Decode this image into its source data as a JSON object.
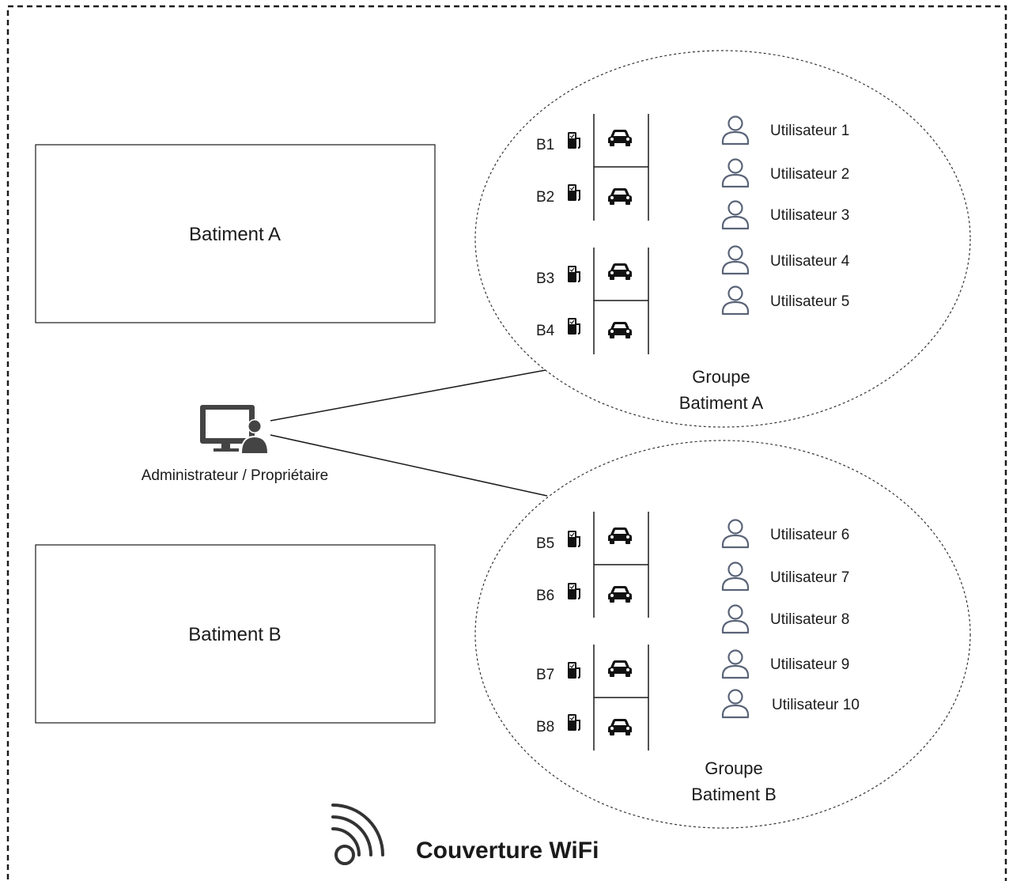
{
  "title": "Couverture WiFi",
  "buildings": [
    {
      "label": "Batiment A"
    },
    {
      "label": "Batiment B"
    }
  ],
  "admin": {
    "label": "Administrateur / Propriétaire",
    "icon": "admin-computer-icon"
  },
  "groups": [
    {
      "label_line1": "Groupe",
      "label_line2": "Batiment A",
      "bornes": [
        "B1",
        "B2",
        "B3",
        "B4"
      ],
      "users": [
        "Utilisateur 1",
        "Utilisateur 2",
        "Utilisateur 3",
        "Utilisateur 4",
        "Utilisateur 5"
      ]
    },
    {
      "label_line1": "Groupe",
      "label_line2": "Batiment B",
      "bornes": [
        "B5",
        "B6",
        "B7",
        "B8"
      ],
      "users": [
        "Utilisateur 6",
        "Utilisateur 7",
        "Utilisateur 8",
        "Utilisateur 9",
        "Utilisateur 10"
      ]
    }
  ],
  "icons": {
    "charger": "ev-charger-icon",
    "car": "car-icon",
    "user": "user-icon",
    "wifi": "wifi-icon"
  },
  "colors": {
    "user_icon": "#5a6478",
    "line": "#1a1a1a"
  }
}
